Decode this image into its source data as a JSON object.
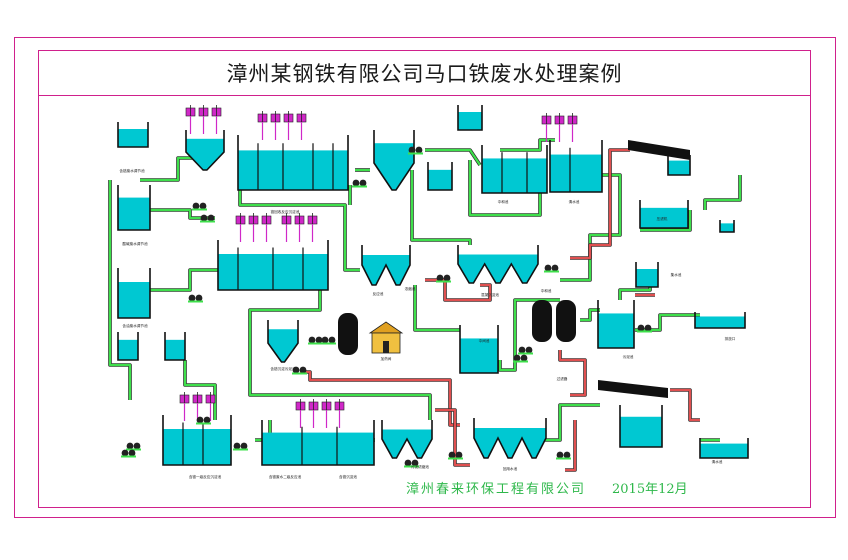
{
  "title": "漳州某钢铁有限公司马口铁废水处理案例",
  "credit": {
    "company": "漳州春来环保工程有限公司",
    "date": "2015年12月"
  },
  "colors": {
    "frame": "#d0208c",
    "tank_water": "#00c8d2",
    "tank_wall": "#111111",
    "pipe_green": "#3ee04b",
    "pipe_red": "#e05050",
    "dosing": "#d028c8",
    "credit_text": "#2fb84b",
    "pump": "#222222"
  },
  "equipment": [
    {
      "id": "t1",
      "label": "含铬废水调节池"
    },
    {
      "id": "t2",
      "label": "含铬一级反应沉淀池"
    },
    {
      "id": "t3",
      "label": "铬回收反应沉淀池"
    },
    {
      "id": "t4",
      "label": "酸碱废水调节池"
    },
    {
      "id": "t5",
      "label": "反应池"
    },
    {
      "id": "t6",
      "label": "中和池"
    },
    {
      "id": "t7",
      "label": "清水池"
    },
    {
      "id": "t8",
      "label": "中间池"
    },
    {
      "id": "t9",
      "label": "污泥池"
    },
    {
      "id": "t10",
      "label": "集水池"
    },
    {
      "id": "t11",
      "label": "含油废水调节池"
    },
    {
      "id": "t12",
      "label": "混凝沉淀池"
    },
    {
      "id": "t13",
      "label": "浓缩池"
    },
    {
      "id": "t14",
      "label": "含铬沉淀污泥池"
    },
    {
      "id": "t15",
      "label": "中和池"
    },
    {
      "id": "t16",
      "label": "过滤器"
    },
    {
      "id": "t17",
      "label": "压滤机"
    },
    {
      "id": "t18",
      "label": "清水池"
    },
    {
      "id": "t19",
      "label": "排放口"
    },
    {
      "id": "t20",
      "label": "含铬废水二级反应池"
    },
    {
      "id": "t21",
      "label": "含铬沉淀池"
    },
    {
      "id": "t22",
      "label": "加药间"
    },
    {
      "id": "t23",
      "label": "污泥浓缩池"
    },
    {
      "id": "t24",
      "label": "回用水池"
    }
  ]
}
